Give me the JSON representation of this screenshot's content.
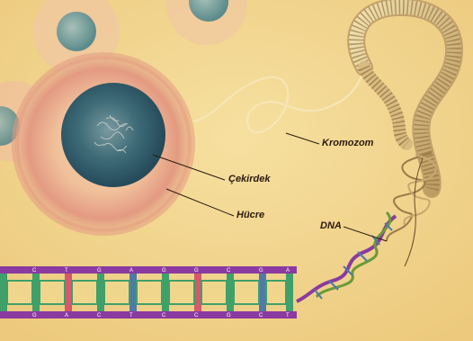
{
  "labels": {
    "kromozom": "Kromozom",
    "cekirdek": "Çekirdek",
    "hucre": "Hücre",
    "dna": "DNA"
  },
  "dna_bases": {
    "top": [
      "C",
      "T",
      "G",
      "A",
      "G",
      "G",
      "C",
      "G",
      "A"
    ],
    "bottom": [
      "G",
      "A",
      "C",
      "T",
      "C",
      "C",
      "G",
      "C",
      "T"
    ]
  },
  "colors": {
    "background": "#f0d68c",
    "cell": "#e7b08c",
    "nucleus": "#3f6c78",
    "chromosome": "#e0c98c",
    "dna_backbone": "#8a3aa0",
    "dna_rung": "#3fa06a"
  }
}
